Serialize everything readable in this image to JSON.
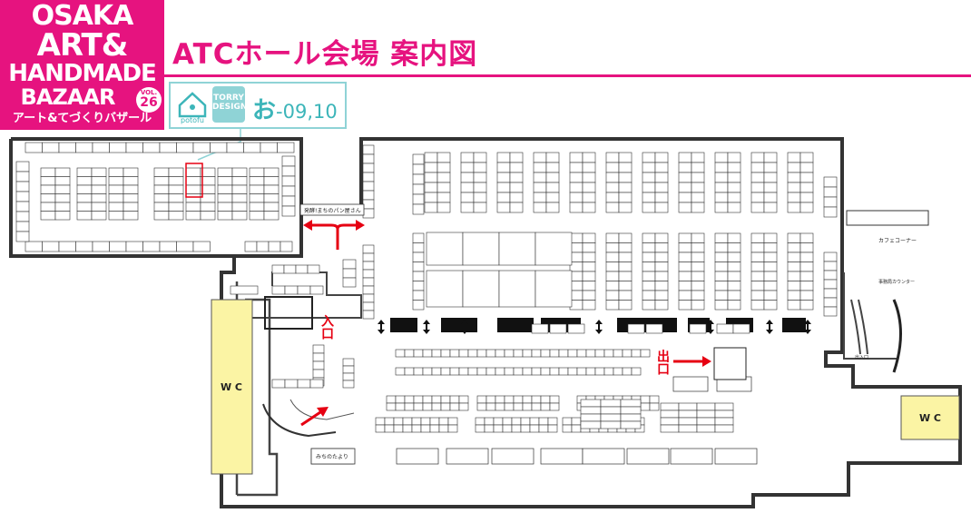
{
  "logo": {
    "line1": "OSAKA",
    "line2": "ART&",
    "line3": "HANDMADE",
    "line4": "BAZAAR",
    "vol_label": "VOL.",
    "vol_number": "26",
    "subtitle": "アート&てづくりバザール"
  },
  "title": "ATCホール会場 案内図",
  "highlight_booth": {
    "brand1": "potofu",
    "brand2_line1": "TORRY",
    "brand2_line2": "DESIGN",
    "code_kana": "お",
    "code_number": "-09,10"
  },
  "labels": {
    "entrance": "入口",
    "exit": "出口",
    "wc_left": "W C",
    "wc_right": "W C",
    "cafe_corner": "カフェコーナー",
    "reception": "事務局カウンター",
    "exit_stairs": "出入口",
    "bakery": "発酵!まちのパン屋さん",
    "michinotayori": "みちのたより"
  },
  "colors": {
    "brand_pink": "#e6137f",
    "accent_teal": "#8fd3d6",
    "wc_yellow": "#fbf4a4",
    "arrow_red": "#e60012"
  }
}
